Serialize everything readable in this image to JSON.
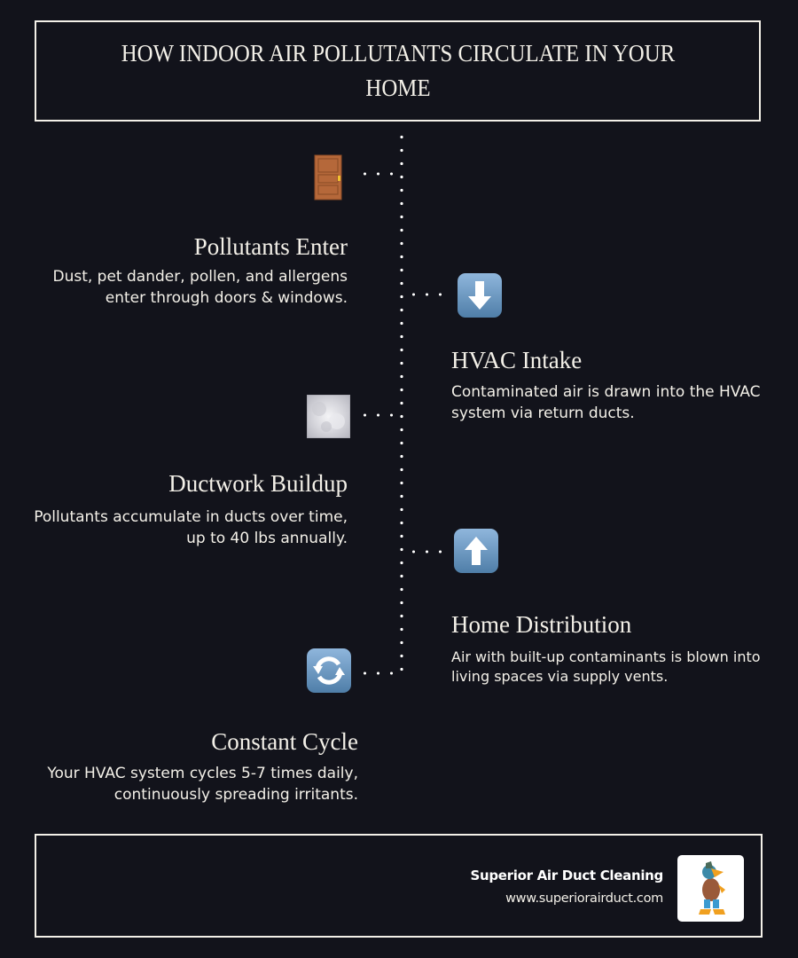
{
  "header": {
    "title": "HOW INDOOR AIR POLLUTANTS CIRCULATE IN YOUR HOME"
  },
  "steps": [
    {
      "icon": "door-icon",
      "title": "Pollutants Enter",
      "description": "Dust, pet dander, pollen, and allergens enter through doors & windows.",
      "side": "left"
    },
    {
      "icon": "down-arrow-icon",
      "title": "HVAC Intake",
      "description": "Contaminated air is drawn into the HVAC system via return ducts.",
      "side": "right"
    },
    {
      "icon": "dust-cloud-icon",
      "title": "Ductwork Buildup",
      "description": "Pollutants accumulate in ducts over time, up to 40 lbs annually.",
      "side": "left"
    },
    {
      "icon": "up-arrow-icon",
      "title": "Home Distribution",
      "description": "Air with built-up contaminants is blown into living spaces via supply vents.",
      "side": "right"
    },
    {
      "icon": "cycle-arrows-icon",
      "title": "Constant Cycle",
      "description": "Your HVAC system cycles 5-7 times daily, continuously spreading irritants.",
      "side": "left"
    }
  ],
  "footer": {
    "company": "Superior Air Duct Cleaning",
    "website": "www.superiorairduct.com",
    "logo": "duck-mascot-logo"
  },
  "colors": {
    "background": "#12131b",
    "text": "#f3f0e8",
    "border": "#f3f0e8",
    "arrow_icon_blue": "#5b87b3"
  }
}
